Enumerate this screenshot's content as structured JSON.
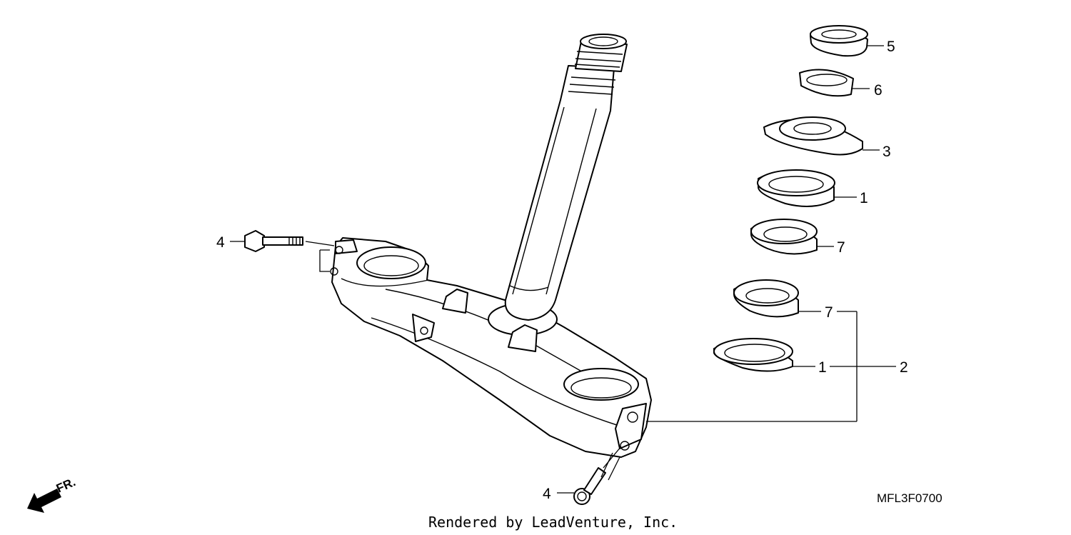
{
  "callouts": {
    "c5": "5",
    "c6": "6",
    "c3": "3",
    "c1_upper": "1",
    "c7_upper": "7",
    "c7_lower": "7",
    "c1_lower": "1",
    "c2": "2",
    "c4_left": "4",
    "c4_bottom": "4"
  },
  "direction_label": "FR.",
  "diagram_code": "MFL3F0700",
  "credit": "Rendered by LeadVenture, Inc."
}
